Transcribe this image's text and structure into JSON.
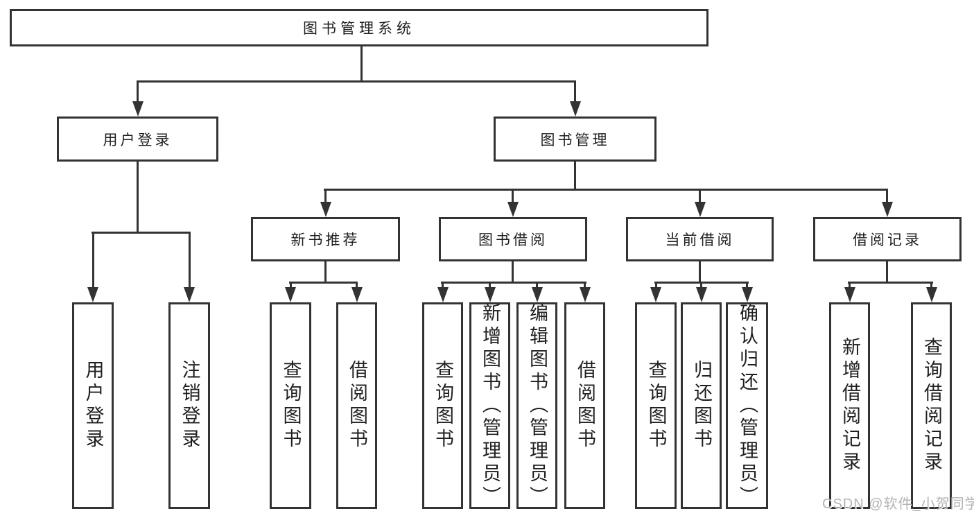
{
  "diagram": {
    "root": {
      "label": "图书管理系统"
    },
    "level2": [
      {
        "label": "用户登录"
      },
      {
        "label": "图书管理"
      }
    ],
    "level3": [
      {
        "label": "新书推荐"
      },
      {
        "label": "图书借阅"
      },
      {
        "label": "当前借阅"
      },
      {
        "label": "借阅记录"
      }
    ],
    "leaves": {
      "user_login": [
        "用户登录",
        "注销登录"
      ],
      "new_book": [
        "查询图书",
        "借阅图书"
      ],
      "book_borrow": [
        "查询图书",
        "新增图书（管理员）",
        "编辑图书（管理员）",
        "借阅图书"
      ],
      "current_borrow": [
        "查询图书",
        "归还图书",
        "确认归还（管理员）"
      ],
      "borrow_record": [
        "新增借阅记录",
        "查询借阅记录"
      ]
    },
    "line_color": "#333333"
  },
  "watermark": "CSDN @软件_小贺同学"
}
